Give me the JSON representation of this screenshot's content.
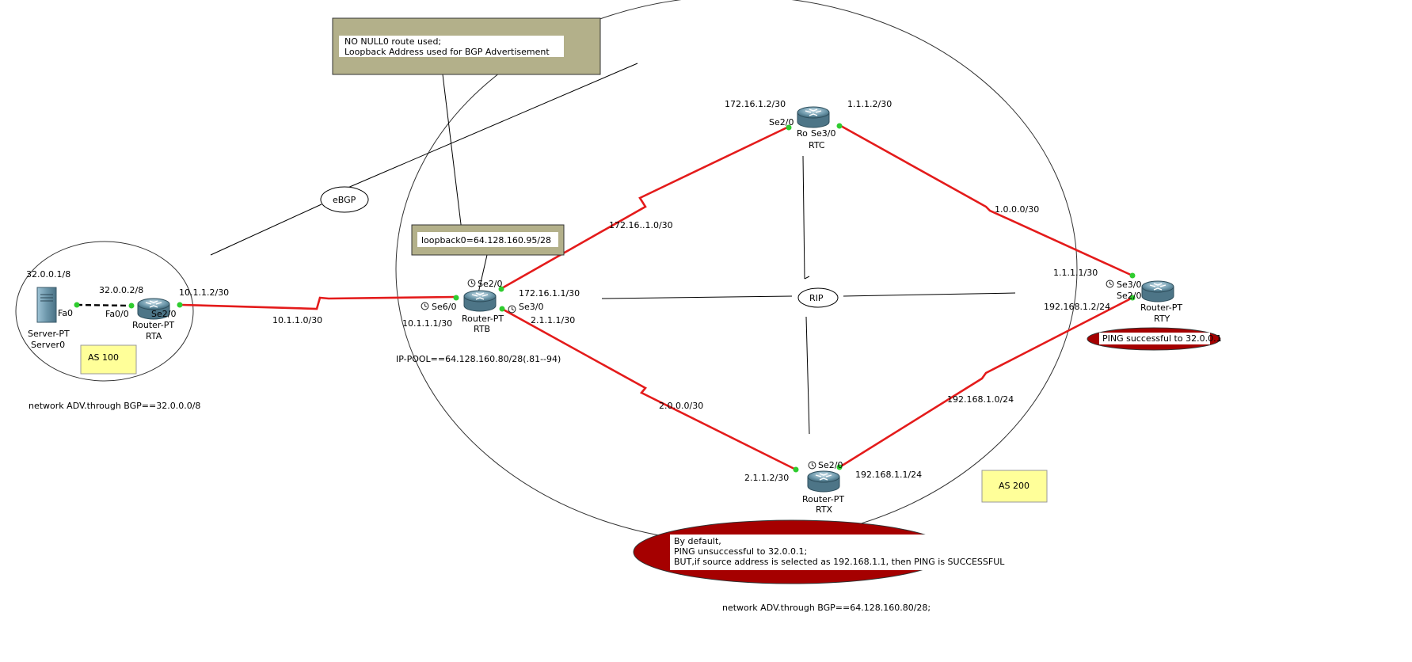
{
  "colors": {
    "link": "#e41b1b",
    "port": "#2fcc2f",
    "ellipse_stroke": "#333333",
    "note_box_fill": "#b3b08a",
    "yellow_box": "#ffff99",
    "dark_red": "#a50000"
  },
  "devices": {
    "server": {
      "type": "Server-PT",
      "name": "Server0",
      "port": "Fa0",
      "ip": "32.0.0.1/8"
    },
    "rta": {
      "type": "Router-PT",
      "name": "RTA",
      "port_fa": "Fa0/0",
      "port_se": "Se2/0",
      "ip_fa": "32.0.0.2/8",
      "ip_se": "10.1.1.2/30"
    },
    "rtb": {
      "type": "Router-PT",
      "name": "RTB",
      "port_se2": "Se2/0",
      "port_se3": "Se3/0",
      "port_se6": "Se6/0",
      "ip_se2": "172.16.1.1/30",
      "ip_se3": "2.1.1.1/30",
      "ip_se6": "10.1.1.1/30"
    },
    "rtc": {
      "type": "Ro",
      "name": "RTC",
      "port_se2": "Se2/0",
      "port_se3": "Se3/0",
      "ip_left": "172.16.1.2/30",
      "ip_right": "1.1.1.2/30"
    },
    "rty": {
      "type": "Router-PT",
      "name": "RTY",
      "port_se3": "Se3/0",
      "port_se2": "Se2/0",
      "ip_se3": "1.1.1.1/30",
      "ip_se2": "192.168.1.2/24"
    },
    "rtx": {
      "type": "Router-PT",
      "name": "RTX",
      "port_se2": "Se2/0",
      "ip_left": "2.1.1.2/30",
      "ip_right": "192.168.1.1/24"
    }
  },
  "networks": {
    "rta_rtb": "10.1.1.0/30",
    "rtb_rtc": "172.16..1.0/30",
    "rtc_rty": "1.0.0.0/30",
    "rtb_rtx": "2.0.0.0/30",
    "rtx_rty": "192.168.1.0/24"
  },
  "labels": {
    "ebgp": "eBGP",
    "rip": "RIP",
    "as100": "AS 100",
    "as200": "AS 200",
    "ip_pool": "IP-POOL==64.128.160.80/28(.81--94)",
    "net_adv_as100": "network ADV.through BGP==32.0.0.0/8",
    "net_adv_as200": "network ADV.through BGP==64.128.160.80/28;",
    "loopback": "loopback0=64.128.160.95/28"
  },
  "notes": {
    "null_route": [
      "NO NULL0 route used;",
      "Loopback Address used for BGP Advertisement"
    ],
    "ping_rty": "PING successful to 32.0.0.1",
    "ping_default": [
      "By default,",
      "PING unsuccessful to 32.0.0.1;",
      "BUT,if source address is selected as 192.168.1.1, then PING is SUCCESSFUL"
    ]
  }
}
